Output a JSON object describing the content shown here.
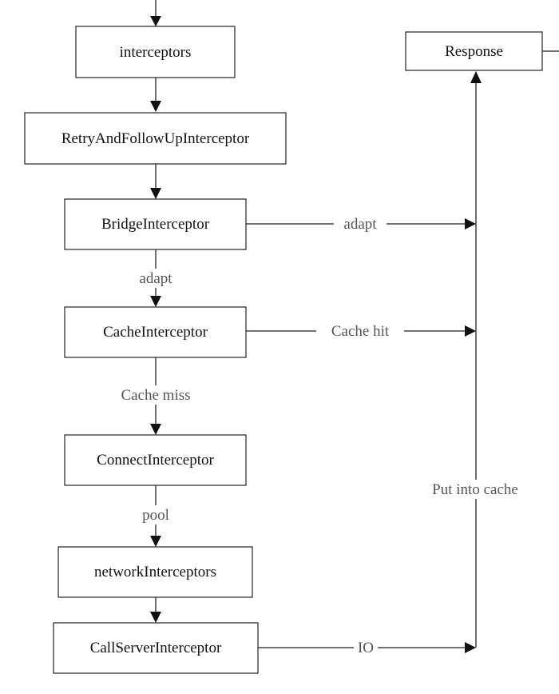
{
  "nodes": {
    "interceptors": "interceptors",
    "retry": "RetryAndFollowUpInterceptor",
    "bridge": "BridgeInterceptor",
    "cache": "CacheInterceptor",
    "connect": "ConnectInterceptor",
    "network": "networkInterceptors",
    "callserver": "CallServerInterceptor",
    "response": "Response"
  },
  "edge_labels": {
    "bridge_to_cache": "adapt",
    "bridge_to_response": "adapt",
    "cache_to_response": "Cache hit",
    "cache_to_connect": "Cache miss",
    "connect_to_network": "pool",
    "callserver_to_response": "IO",
    "put_into_cache": "Put into cache"
  }
}
